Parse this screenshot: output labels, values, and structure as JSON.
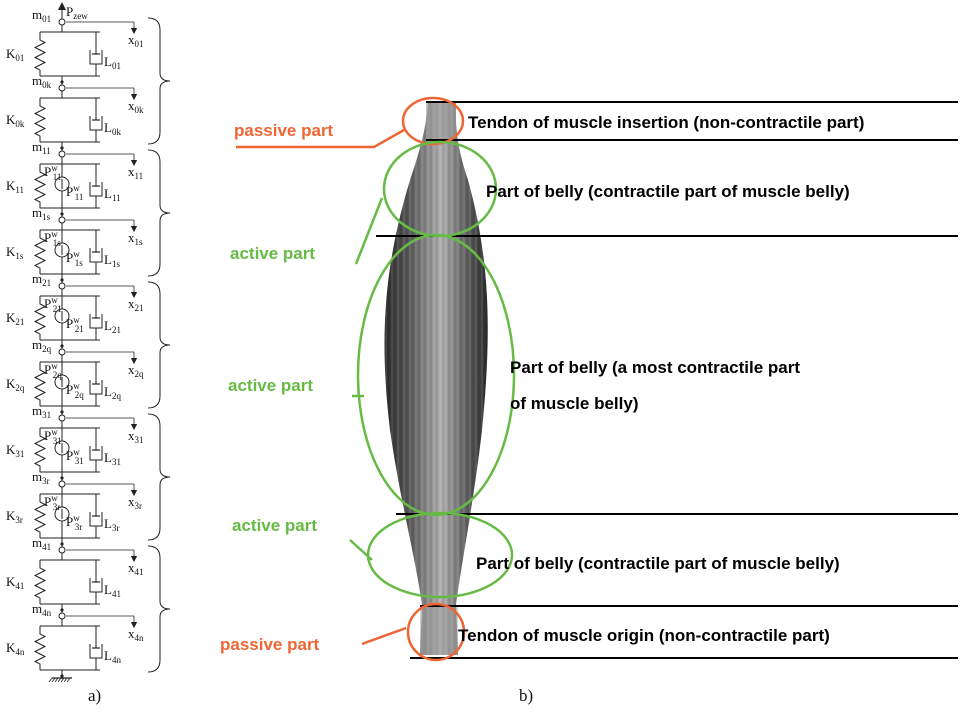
{
  "figure": {
    "panel_a_caption": "a)",
    "panel_b_caption": "b)"
  },
  "colors": {
    "passive": "#ee6633",
    "active": "#66bb44",
    "line": "#000000",
    "muscle_dark": "#303030",
    "muscle_light": "#b8b8b8"
  },
  "model": {
    "top_force": {
      "base": "P",
      "sub": "zew"
    },
    "segments": [
      {
        "mass": "01",
        "spring": "01",
        "damper": "01",
        "disp": "01",
        "active": false
      },
      {
        "mass": "0k",
        "spring": "0k",
        "damper": "0k",
        "disp": "0k",
        "active": false
      },
      {
        "mass": "11",
        "spring": "11",
        "damper": "11",
        "disp": "11",
        "active": true,
        "force_top": "11",
        "force_bot": "11"
      },
      {
        "mass": "1s",
        "spring": "1s",
        "damper": "1s",
        "disp": "1s",
        "active": true,
        "force_top": "1s",
        "force_bot": "1s"
      },
      {
        "mass": "21",
        "spring": "21",
        "damper": "21",
        "disp": "21",
        "active": true,
        "force_top": "21",
        "force_bot": "21"
      },
      {
        "mass": "2q",
        "spring": "2q",
        "damper": "2q",
        "disp": "2q",
        "active": true,
        "force_top": "2q",
        "force_bot": "2q"
      },
      {
        "mass": "31",
        "spring": "31",
        "damper": "31",
        "disp": "31",
        "active": true,
        "force_top": "31",
        "force_bot": "31"
      },
      {
        "mass": "3r",
        "spring": "3r",
        "damper": "3r",
        "disp": "3r",
        "active": true,
        "force_top": "3r",
        "force_bot": "3r"
      },
      {
        "mass": "41",
        "spring": "41",
        "damper": "41",
        "disp": "41",
        "active": false
      },
      {
        "mass": "4n",
        "spring": "4n",
        "damper": "4n",
        "disp": "4n",
        "active": false
      }
    ],
    "symbols": {
      "mass": "m",
      "spring": "K",
      "damper": "L",
      "disp": "x",
      "force": "P",
      "force_sup": "w"
    }
  },
  "regions": [
    {
      "id": "tendon-insertion",
      "text": "Tendon of muscle insertion (non-contractile part)",
      "side_label": "passive part",
      "kind": "passive"
    },
    {
      "id": "belly-upper",
      "text": "Part of belly (contractile part of muscle belly)",
      "side_label": "active part",
      "kind": "active"
    },
    {
      "id": "belly-middle",
      "text_line1": "Part of belly (a most contractile part",
      "text_line2": "of muscle belly)",
      "side_label": "active part",
      "kind": "active"
    },
    {
      "id": "belly-lower",
      "text": "Part of belly (contractile part of muscle belly)",
      "side_label": "active part",
      "kind": "active"
    },
    {
      "id": "tendon-origin",
      "text": "Tendon of muscle origin (non-contractile part)",
      "side_label": "passive part",
      "kind": "passive"
    }
  ]
}
